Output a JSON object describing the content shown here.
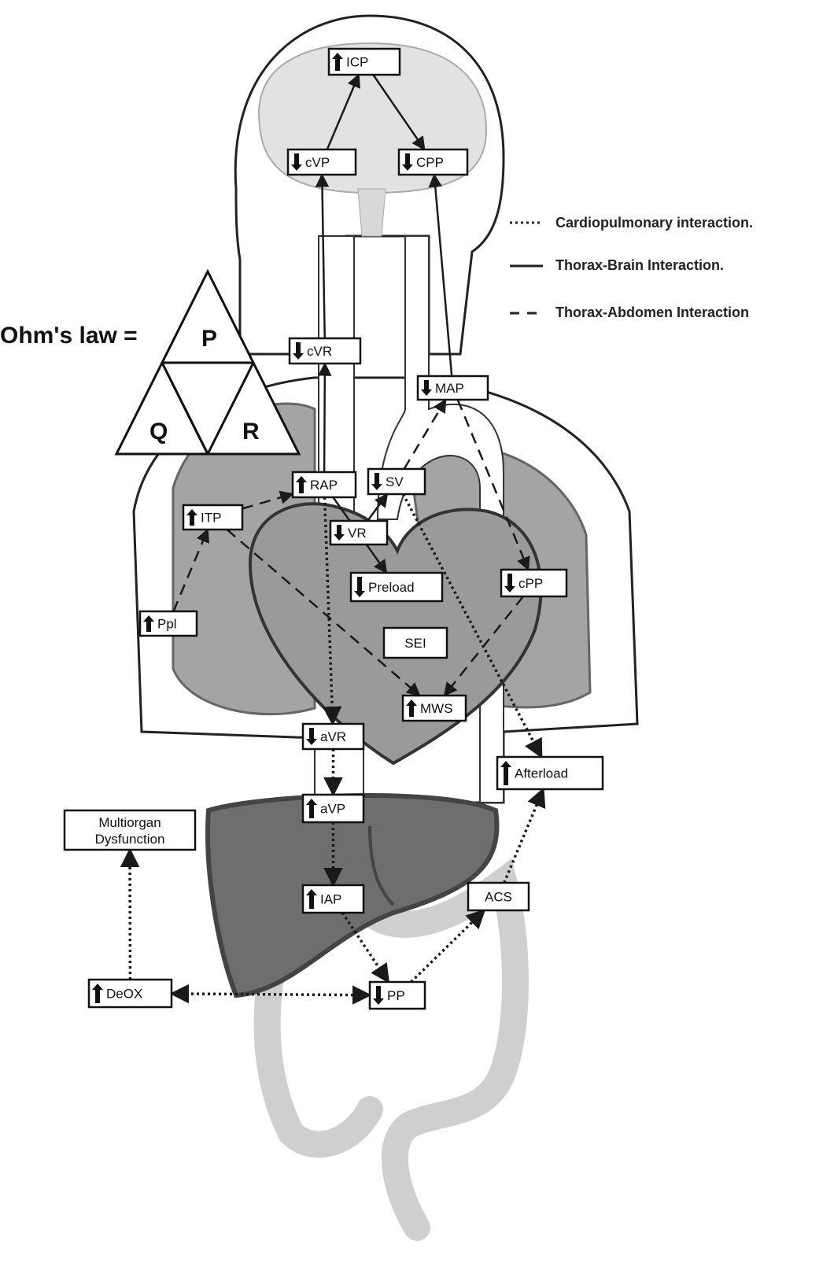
{
  "ohms_law": {
    "label": "Ohm's law =",
    "top": "P",
    "left": "Q",
    "right": "R"
  },
  "legend": [
    {
      "style": "dotted",
      "label": "Cardiopulmonary interaction."
    },
    {
      "style": "solid",
      "label": "Thorax-Brain Interaction."
    },
    {
      "style": "dashed",
      "label": "Thorax-Abdomen Interaction"
    }
  ],
  "colors": {
    "organ_dark": "#6e6e6e",
    "organ_mid": "#9c9c9c",
    "organ_light": "#d4d4d4",
    "line": "#1a1a1a"
  },
  "nodes": {
    "ICP": {
      "label": "ICP",
      "arrow": "up"
    },
    "cVP": {
      "label": "cVP",
      "arrow": "down"
    },
    "CPP": {
      "label": "CPP",
      "arrow": "down"
    },
    "cVR": {
      "label": "cVR",
      "arrow": "down"
    },
    "MAP": {
      "label": "MAP",
      "arrow": "down"
    },
    "RAP": {
      "label": "RAP",
      "arrow": "up"
    },
    "SV": {
      "label": "SV",
      "arrow": "down"
    },
    "ITP": {
      "label": "ITP",
      "arrow": "up"
    },
    "VR": {
      "label": "VR",
      "arrow": "down"
    },
    "Preload": {
      "label": "Preload",
      "arrow": "down"
    },
    "cPP": {
      "label": "cPP",
      "arrow": "down"
    },
    "Ppl": {
      "label": "Ppl",
      "arrow": "up"
    },
    "SEI": {
      "label": "SEI",
      "arrow": "none"
    },
    "MWS": {
      "label": "MWS",
      "arrow": "up"
    },
    "aVR": {
      "label": "aVR",
      "arrow": "down"
    },
    "Afterload": {
      "label": "Afterload",
      "arrow": "up"
    },
    "aVP": {
      "label": "aVP",
      "arrow": "up"
    },
    "Multiorgan": {
      "label": "Multiorgan",
      "label2": "Dysfunction",
      "arrow": "none"
    },
    "IAP": {
      "label": "IAP",
      "arrow": "up"
    },
    "ACS": {
      "label": "ACS",
      "arrow": "none"
    },
    "DeOX": {
      "label": "DeOX",
      "arrow": "up"
    },
    "PP": {
      "label": "PP",
      "arrow": "down"
    }
  },
  "edges": [
    {
      "from": "cVP",
      "to": "ICP",
      "style": "solid"
    },
    {
      "from": "ICP",
      "to": "CPP",
      "style": "solid"
    },
    {
      "from": "cVR",
      "to": "cVP",
      "style": "solid"
    },
    {
      "from": "RAP",
      "to": "cVR",
      "style": "solid"
    },
    {
      "from": "MAP",
      "to": "CPP",
      "style": "solid"
    },
    {
      "from": "VR",
      "to": "SV",
      "style": "solid"
    },
    {
      "from": "RAP",
      "to": "Preload",
      "style": "solid"
    },
    {
      "from": "Ppl",
      "to": "ITP",
      "style": "dashed"
    },
    {
      "from": "ITP",
      "to": "RAP",
      "style": "dashed"
    },
    {
      "from": "ITP",
      "to": "MWS",
      "style": "dashed"
    },
    {
      "from": "SV",
      "to": "MAP",
      "style": "dashed"
    },
    {
      "from": "MAP",
      "to": "cPP",
      "style": "dashed"
    },
    {
      "from": "cPP",
      "to": "MWS",
      "style": "dashed"
    },
    {
      "from": "RAP",
      "to": "aVR",
      "style": "dotted"
    },
    {
      "from": "aVR",
      "to": "aVP",
      "style": "dotted"
    },
    {
      "from": "aVP",
      "to": "IAP",
      "style": "dotted"
    },
    {
      "from": "IAP",
      "to": "PP",
      "style": "dotted"
    },
    {
      "from": "PP",
      "to": "ACS",
      "style": "dotted"
    },
    {
      "from": "ACS",
      "to": "Afterload",
      "style": "dotted"
    },
    {
      "from": "SV",
      "to": "Afterload",
      "style": "dotted"
    },
    {
      "from": "PP",
      "to": "DeOX",
      "style": "dotted",
      "both": true
    },
    {
      "from": "DeOX",
      "to": "Multiorgan",
      "style": "dotted"
    }
  ]
}
